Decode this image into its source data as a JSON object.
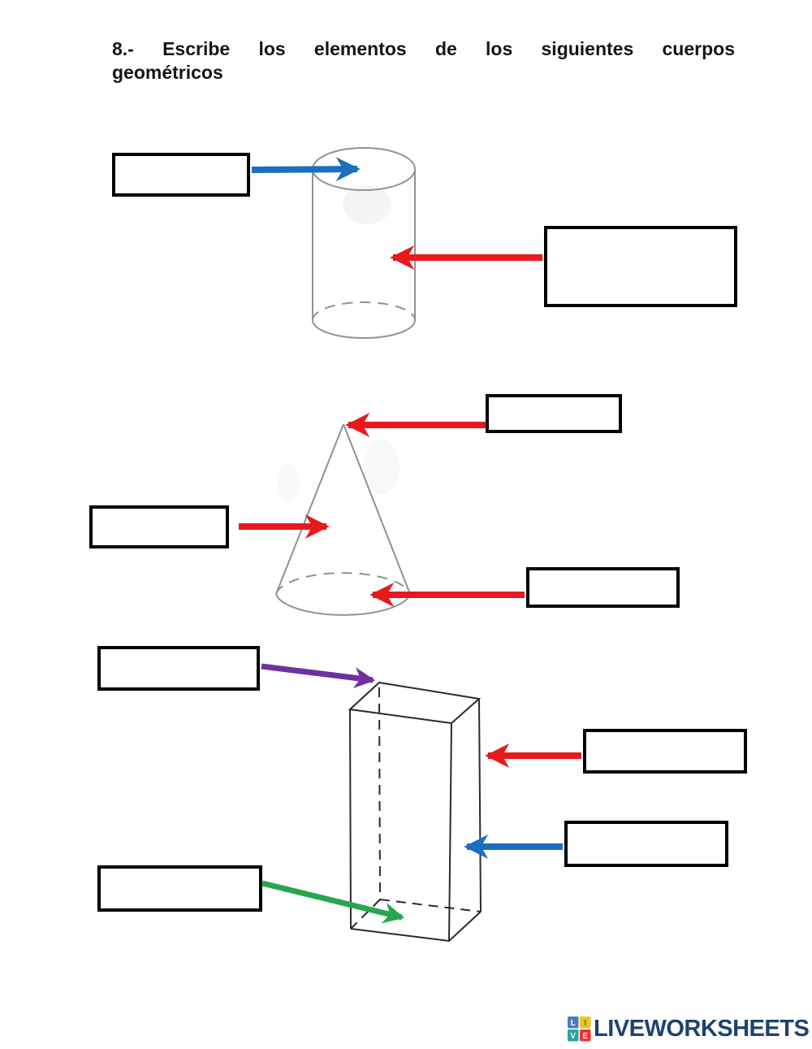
{
  "title": {
    "line1": "8.- Escribe los elementos de los siguientes cuerpos",
    "line2": "geométricos"
  },
  "colors": {
    "red": "#e8191c",
    "blue": "#1b6fc0",
    "purple": "#7030a0",
    "green": "#27a74d",
    "figure_gray": "#919191",
    "prism_stroke": "#2b2b2b",
    "box_border": "#000000",
    "logo_navy": "#1d4271"
  },
  "figures": [
    {
      "name": "cylinder",
      "arrows": [
        "blue",
        "red"
      ],
      "answer_boxes": [
        {
          "id": "cylinder-top",
          "value": ""
        },
        {
          "id": "cylinder-side",
          "value": ""
        }
      ]
    },
    {
      "name": "cone",
      "arrows": [
        "red",
        "red",
        "red"
      ],
      "answer_boxes": [
        {
          "id": "cone-apex",
          "value": ""
        },
        {
          "id": "cone-side",
          "value": ""
        },
        {
          "id": "cone-base",
          "value": ""
        }
      ]
    },
    {
      "name": "rectangular-prism",
      "arrows": [
        "purple",
        "red",
        "blue",
        "green"
      ],
      "answer_boxes": [
        {
          "id": "prism-top",
          "value": ""
        },
        {
          "id": "prism-right-upper",
          "value": ""
        },
        {
          "id": "prism-right-lower",
          "value": ""
        },
        {
          "id": "prism-bottom",
          "value": ""
        }
      ]
    }
  ],
  "footer": {
    "logo_text": "LIVEWORKSHEETS",
    "logo_squares": [
      {
        "letter": "L",
        "bg": "#4a7ebb",
        "fg": "#ffffff"
      },
      {
        "letter": "I",
        "bg": "#f2c318",
        "fg": "#2e7d32"
      },
      {
        "letter": "V",
        "bg": "#26a69a",
        "fg": "#ffffff"
      },
      {
        "letter": "E",
        "bg": "#e53238",
        "fg": "#ffffff"
      }
    ]
  }
}
